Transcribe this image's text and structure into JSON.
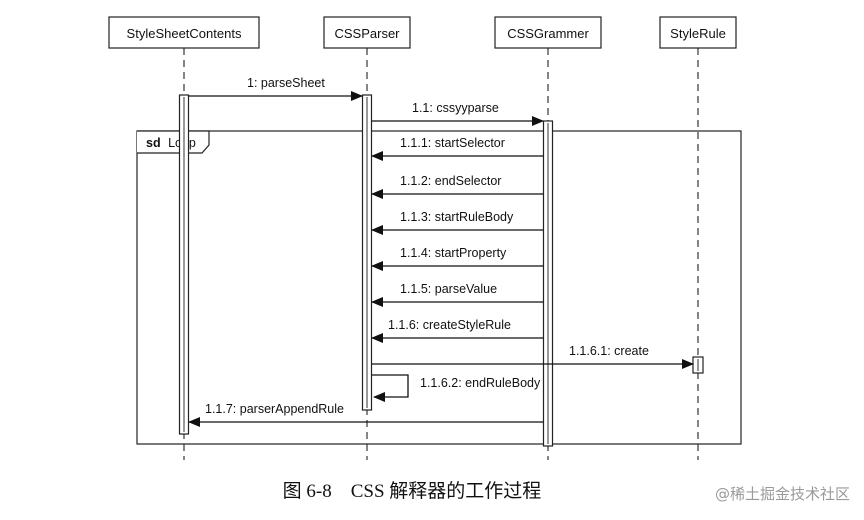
{
  "lifelines": [
    {
      "name": "StyleSheetContents"
    },
    {
      "name": "CSSParser"
    },
    {
      "name": "CSSGrammer"
    },
    {
      "name": "StyleRule"
    }
  ],
  "fragment": {
    "operator": "sd",
    "label": "Loop"
  },
  "messages": [
    {
      "label": "1: parseSheet",
      "from": "StyleSheetContents",
      "to": "CSSParser"
    },
    {
      "label": "1.1: cssyyparse",
      "from": "CSSParser",
      "to": "CSSGrammer"
    },
    {
      "label": "1.1.1: startSelector",
      "from": "CSSGrammer",
      "to": "CSSParser"
    },
    {
      "label": "1.1.2: endSelector",
      "from": "CSSGrammer",
      "to": "CSSParser"
    },
    {
      "label": "1.1.3: startRuleBody",
      "from": "CSSGrammer",
      "to": "CSSParser"
    },
    {
      "label": "1.1.4: startProperty",
      "from": "CSSGrammer",
      "to": "CSSParser"
    },
    {
      "label": "1.1.5: parseValue",
      "from": "CSSGrammer",
      "to": "CSSParser"
    },
    {
      "label": "1.1.6: createStyleRule",
      "from": "CSSGrammer",
      "to": "CSSParser"
    },
    {
      "label": "1.1.6.1: create",
      "from": "CSSParser",
      "to": "StyleRule"
    },
    {
      "label": "1.1.6.2: endRuleBody",
      "from": "CSSParser",
      "to": "CSSParser"
    },
    {
      "label": "1.1.7: parserAppendRule",
      "from": "CSSGrammer",
      "to": "StyleSheetContents"
    }
  ],
  "caption": "图 6-8　CSS 解释器的工作过程",
  "watermark": "@稀土掘金技术社区"
}
